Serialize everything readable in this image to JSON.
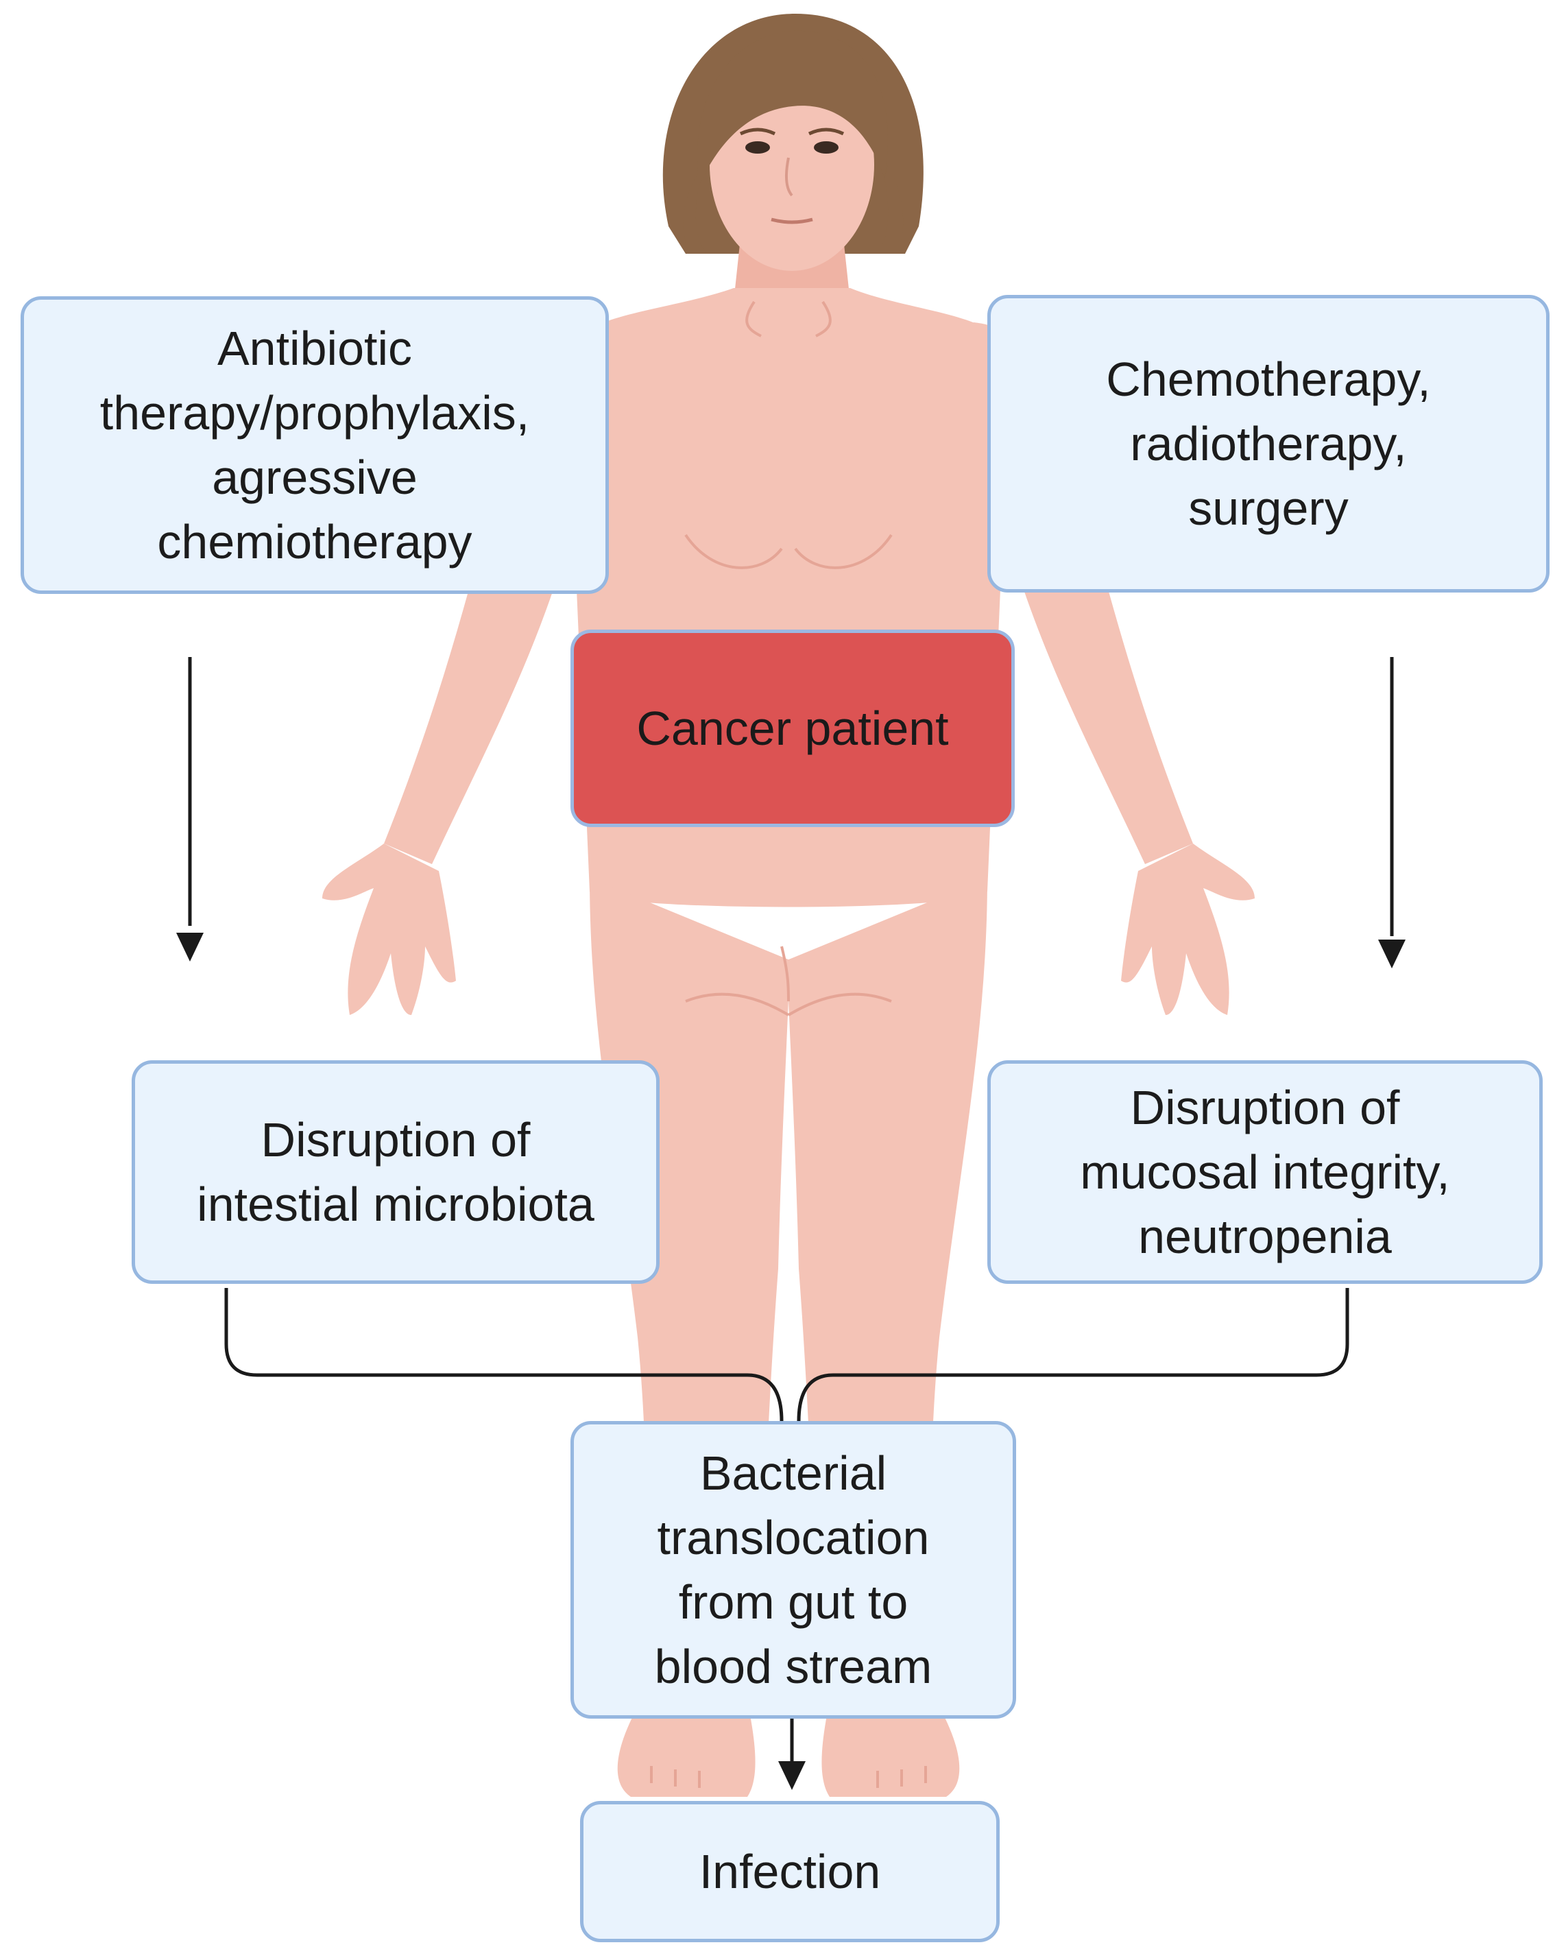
{
  "diagram": {
    "nodes": {
      "antibiotic": {
        "label": "Antibiotic\ntherapy/prophylaxis,\nagressive\nchemiotherapy"
      },
      "chemo": {
        "label": "Chemotherapy,\nradiotherapy,\nsurgery"
      },
      "cancer": {
        "label": "Cancer patient"
      },
      "microbiota": {
        "label": "Disruption of\nintestial microbiota"
      },
      "mucosal": {
        "label": "Disruption of\nmucosal integrity,\nneutropenia"
      },
      "bacterial": {
        "label": "Bacterial\ntranslocation\nfrom gut to\nblood stream"
      },
      "infection": {
        "label": "Infection"
      }
    },
    "edges": [
      {
        "from": "antibiotic",
        "to": "microbiota"
      },
      {
        "from": "chemo",
        "to": "mucosal"
      },
      {
        "from": "microbiota",
        "to": "bacterial"
      },
      {
        "from": "mucosal",
        "to": "bacterial"
      },
      {
        "from": "bacterial",
        "to": "infection"
      }
    ],
    "colors": {
      "box_fill": "#e9f3fd",
      "box_border": "#96b7e0",
      "center_fill": "#dc5353",
      "skin": "#f4c3b6",
      "skin_shadow": "#e5a596",
      "hair": "#8b6647",
      "arrow": "#1a1a1a"
    },
    "illustration": "female-body-front"
  }
}
